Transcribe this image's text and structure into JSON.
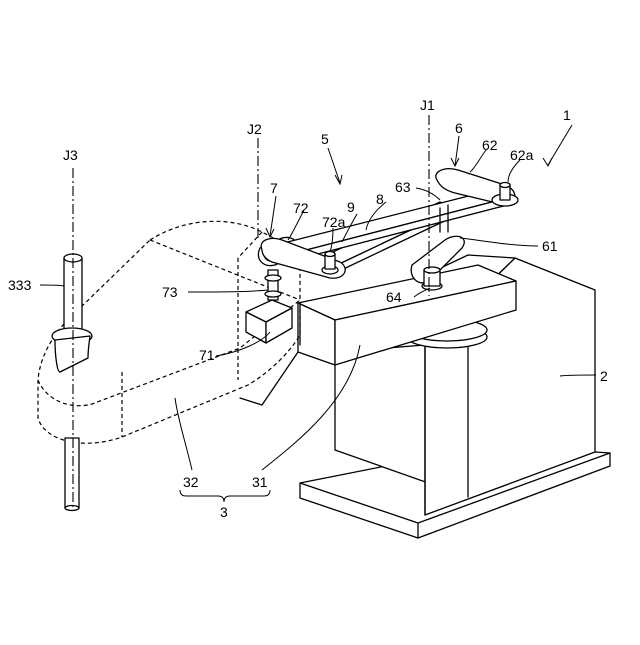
{
  "labels": {
    "robot": "1",
    "base": "2",
    "arm": "3",
    "first_arm": "31",
    "second_arm": "32",
    "shaft": "333",
    "unit": "5",
    "first_assembly": "6",
    "first_link": "61",
    "first_lever": "62",
    "first_pin": "62a",
    "first_bearing": "63",
    "first_bolt": "64",
    "second_assembly": "7",
    "second_link": "71",
    "second_lever": "72",
    "second_pin": "72a",
    "second_bearing": "73",
    "connecting_rod": "8",
    "guide_rail": "9",
    "axis_j1": "J1",
    "axis_j2": "J2",
    "axis_j3": "J3"
  }
}
